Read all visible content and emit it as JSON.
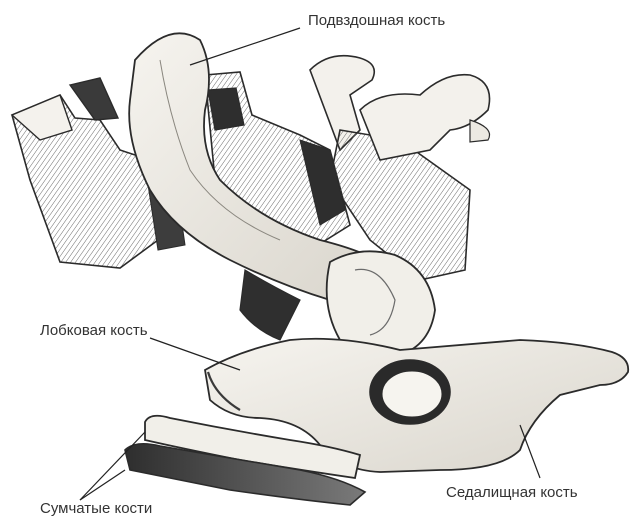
{
  "labels": {
    "ilium": "Подвздошная кость",
    "pubis": "Лобковая кость",
    "marsupial": "Сумчатые кости",
    "ischium": "Седалищная кость"
  },
  "colors": {
    "background": "#ffffff",
    "ink": "#2b2b2b",
    "bone_light": "#f3f1ec",
    "bone_mid": "#c9c5bc",
    "bone_dark": "#4a4a4a",
    "leader": "#222222"
  }
}
